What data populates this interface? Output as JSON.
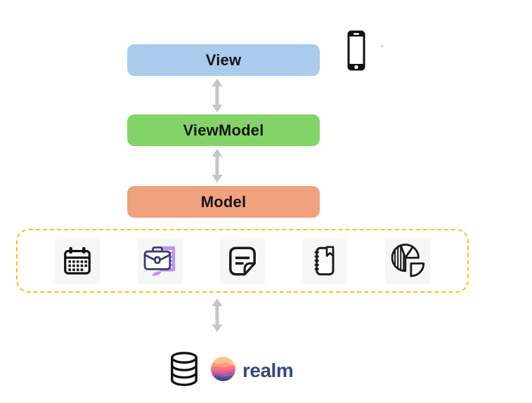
{
  "diagram": {
    "layers": [
      {
        "label": "View",
        "color": "#A9CCEC"
      },
      {
        "label": "ViewModel",
        "color": "#82D466"
      },
      {
        "label": "Model",
        "color": "#F0A17D"
      }
    ],
    "device": {
      "icon": "smartphone-icon"
    },
    "connectors": {
      "icon": "double-headed-arrow-icon",
      "color": "#C6C6C6",
      "count": 3
    },
    "model_items": {
      "border_color": "#FFC000",
      "tile_background": "#F5F6F6",
      "icons": [
        "calendar-icon",
        "briefcase-document-icon",
        "note-icon",
        "notebook-icon",
        "pie-chart-icon"
      ]
    },
    "storage": {
      "icon": "database-icon",
      "brand": {
        "logo_icon": "realm-logo-icon",
        "name": "realm",
        "text_color": "#39477F"
      }
    }
  }
}
